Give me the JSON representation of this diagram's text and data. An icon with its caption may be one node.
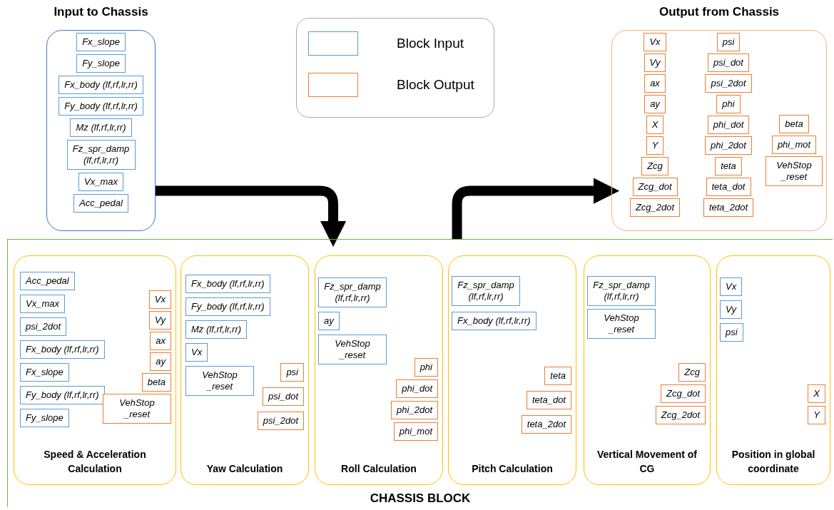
{
  "diagram": {
    "nodes": [
      {
        "text": [
          "Input to Chassis"
        ]
      },
      {
        "text": [
          "Fx_slope"
        ],
        "in": 0
      },
      {
        "text": [
          "Fy_slope"
        ],
        "in": 0
      },
      {
        "text": [
          "Fx_body (lf,rf,lr,rr)"
        ],
        "in": 0
      },
      {
        "text": [
          "Fy_body (lf,rf,lr,rr)"
        ],
        "in": 0
      },
      {
        "text": [
          "Mz (lf,rf,lr,rr)"
        ],
        "in": 0
      },
      {
        "text": [
          "Fz_spr_damp (lf,rf,lr,rr)"
        ],
        "in": 0
      },
      {
        "text": [
          "Vx_max"
        ],
        "in": 0
      },
      {
        "text": [
          "Acc_pedal"
        ],
        "in": 0
      },
      {
        "text": [
          "Output from Chassis"
        ]
      },
      {
        "text": [
          "Vx"
        ],
        "in": 9
      },
      {
        "text": [
          "Vy"
        ],
        "in": 9
      },
      {
        "text": [
          "ax"
        ],
        "in": 9
      },
      {
        "text": [
          "ay"
        ],
        "in": 9
      },
      {
        "text": [
          "X"
        ],
        "in": 9
      },
      {
        "text": [
          "Y"
        ],
        "in": 9
      },
      {
        "text": [
          "Zcg"
        ],
        "in": 9
      },
      {
        "text": [
          "Zcg_dot"
        ],
        "in": 9
      },
      {
        "text": [
          "Zcg_2dot"
        ],
        "in": 9
      },
      {
        "text": [
          "psi"
        ],
        "in": 9
      },
      {
        "text": [
          "psi_dot"
        ],
        "in": 9
      },
      {
        "text": [
          "psi_2dot"
        ],
        "in": 9
      },
      {
        "text": [
          "phi"
        ],
        "in": 9
      },
      {
        "text": [
          "phi_dot"
        ],
        "in": 9
      },
      {
        "text": [
          "phi_2dot"
        ],
        "in": 9
      },
      {
        "text": [
          "teta"
        ],
        "in": 9
      },
      {
        "text": [
          "teta_dot"
        ],
        "in": 9
      },
      {
        "text": [
          "teta_2dot"
        ],
        "in": 9
      },
      {
        "text": [
          "beta"
        ],
        "in": 9
      },
      {
        "text": [
          "phi_mot"
        ],
        "in": 9
      },
      {
        "text": [
          "VehStop _reset"
        ],
        "in": 9
      },
      {
        "text": [
          "CHASSIS BLOCK"
        ]
      },
      {
        "text": [
          "Speed & Acceleration Calculation"
        ],
        "in": 31
      },
      {
        "text": [
          "Acc_pedal"
        ],
        "in": 32
      },
      {
        "text": [
          "Vx_max"
        ],
        "in": 32
      },
      {
        "text": [
          "psi_2dot"
        ],
        "in": 32
      },
      {
        "text": [
          "Fx_body (lf,rf,lr,rr)"
        ],
        "in": 32
      },
      {
        "text": [
          "Fx_slope"
        ],
        "in": 32
      },
      {
        "text": [
          "Fy_body (lf,rf,lr,rr)"
        ],
        "in": 32
      },
      {
        "text": [
          "Fy_slope"
        ],
        "in": 32
      },
      {
        "text": [
          "Vx"
        ],
        "in": 32
      },
      {
        "text": [
          "Vy"
        ],
        "in": 32
      },
      {
        "text": [
          "ax"
        ],
        "in": 32
      },
      {
        "text": [
          "ay"
        ],
        "in": 32
      },
      {
        "text": [
          "beta"
        ],
        "in": 32
      },
      {
        "text": [
          "VehStop _reset"
        ],
        "in": 32
      },
      {
        "text": [
          "Yaw Calculation"
        ],
        "in": 31
      },
      {
        "text": [
          "Fx_body (lf,rf,lr,rr)"
        ],
        "in": 46
      },
      {
        "text": [
          "Fy_body (lf,rf,lr,rr)"
        ],
        "in": 46
      },
      {
        "text": [
          "Mz (lf,rf,lr,rr)"
        ],
        "in": 46
      },
      {
        "text": [
          "Vx"
        ],
        "in": 46
      },
      {
        "text": [
          "VehStop _reset"
        ],
        "in": 46
      },
      {
        "text": [
          "psi"
        ],
        "in": 46
      },
      {
        "text": [
          "psi_dot"
        ],
        "in": 46
      },
      {
        "text": [
          "psi_2dot"
        ],
        "in": 46
      },
      {
        "text": [
          "Roll Calculation"
        ],
        "in": 31
      },
      {
        "text": [
          "Fz_spr_damp (lf,rf,lr,rr)"
        ],
        "in": 55
      },
      {
        "text": [
          "ay"
        ],
        "in": 55
      },
      {
        "text": [
          "VehStop _reset"
        ],
        "in": 55
      },
      {
        "text": [
          "phi"
        ],
        "in": 55
      },
      {
        "text": [
          "phi_dot"
        ],
        "in": 55
      },
      {
        "text": [
          "phi_2dot"
        ],
        "in": 55
      },
      {
        "text": [
          "phi_mot"
        ],
        "in": 55
      },
      {
        "text": [
          "Pitch Calculation"
        ],
        "in": 31
      },
      {
        "text": [
          "Fz_spr_damp (lf,rf,lr,rr)"
        ],
        "in": 63
      },
      {
        "text": [
          "Fx_body (lf,rf,lr,rr)"
        ],
        "in": 63
      },
      {
        "text": [
          "teta"
        ],
        "in": 63
      },
      {
        "text": [
          "teta_dot"
        ],
        "in": 63
      },
      {
        "text": [
          "teta_2dot"
        ],
        "in": 63
      },
      {
        "text": [
          "Vertical Movement of CG"
        ],
        "in": 31
      },
      {
        "text": [
          "Fz_spr_damp (lf,rf,lr,rr)"
        ],
        "in": 69
      },
      {
        "text": [
          "VehStop _reset"
        ],
        "in": 69
      },
      {
        "text": [
          "Zcg"
        ],
        "in": 69
      },
      {
        "text": [
          "Zcg_dot"
        ],
        "in": 69
      },
      {
        "text": [
          "Zcg_2dot"
        ],
        "in": 69
      },
      {
        "text": [
          "Position in global coordinate"
        ],
        "in": 31
      },
      {
        "text": [
          "Vx"
        ],
        "in": 75
      },
      {
        "text": [
          "Vy"
        ],
        "in": 75
      },
      {
        "text": [
          "psi"
        ],
        "in": 75
      },
      {
        "text": [
          "X"
        ],
        "in": 75
      },
      {
        "text": [
          "Y"
        ],
        "in": 75
      }
    ],
    "edges": [
      {
        "from": 0,
        "to": 31,
        "arrow": "to"
      },
      {
        "from": 31,
        "to": 9,
        "arrow": "to"
      }
    ],
    "legend": [
      {
        "text": "Block Input",
        "color": "#5b9bd5"
      },
      {
        "text": "Block Output",
        "color": "#ed7d31"
      }
    ]
  }
}
